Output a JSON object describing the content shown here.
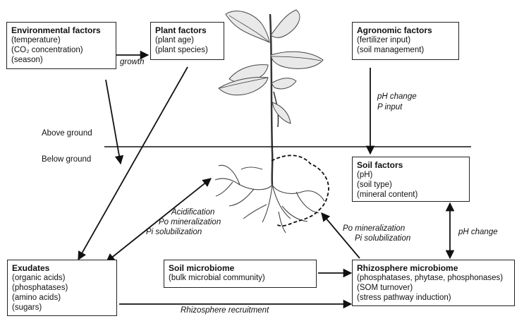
{
  "boxes": {
    "environmental": {
      "title": "Environmental factors",
      "lines": [
        "(temperature)",
        "(CO₂ concentration)",
        "(season)"
      ]
    },
    "plant": {
      "title": "Plant factors",
      "lines": [
        "(plant age)",
        "(plant species)"
      ]
    },
    "agronomic": {
      "title": "Agronomic factors",
      "lines": [
        "(fertilizer input)",
        "(soil management)"
      ]
    },
    "soil": {
      "title": "Soil factors",
      "lines": [
        "(pH)",
        "(soil type)",
        "(mineral content)"
      ]
    },
    "exudates": {
      "title": "Exudates",
      "lines": [
        "(organic acids)",
        "(phosphatases)",
        "(amino acids)",
        "(sugars)"
      ]
    },
    "soil_microbiome": {
      "title": "Soil microbiome",
      "lines": [
        "(bulk microbial community)"
      ]
    },
    "rhizosphere": {
      "title": "Rhizosphere microbiome",
      "lines": [
        "(phosphatases, phytase, phosphonases)",
        "(SOM turnover)",
        "(stress pathway induction)"
      ]
    }
  },
  "labels": {
    "growth": "growth",
    "ph_change_top": "pH change",
    "p_input": "P input",
    "above_ground": "Above ground",
    "below_ground": "Below ground",
    "acidification": "Acidification",
    "po_mineralization_left": "Po mineralization",
    "pi_solubilization_left": "Pi solubilization",
    "po_mineralization_right": "Po mineralization",
    "pi_solubilization_right": "Pi solubilization",
    "ph_change_right": "pH change",
    "rhizosphere_recruitment": "Rhizosphere recruitment"
  }
}
